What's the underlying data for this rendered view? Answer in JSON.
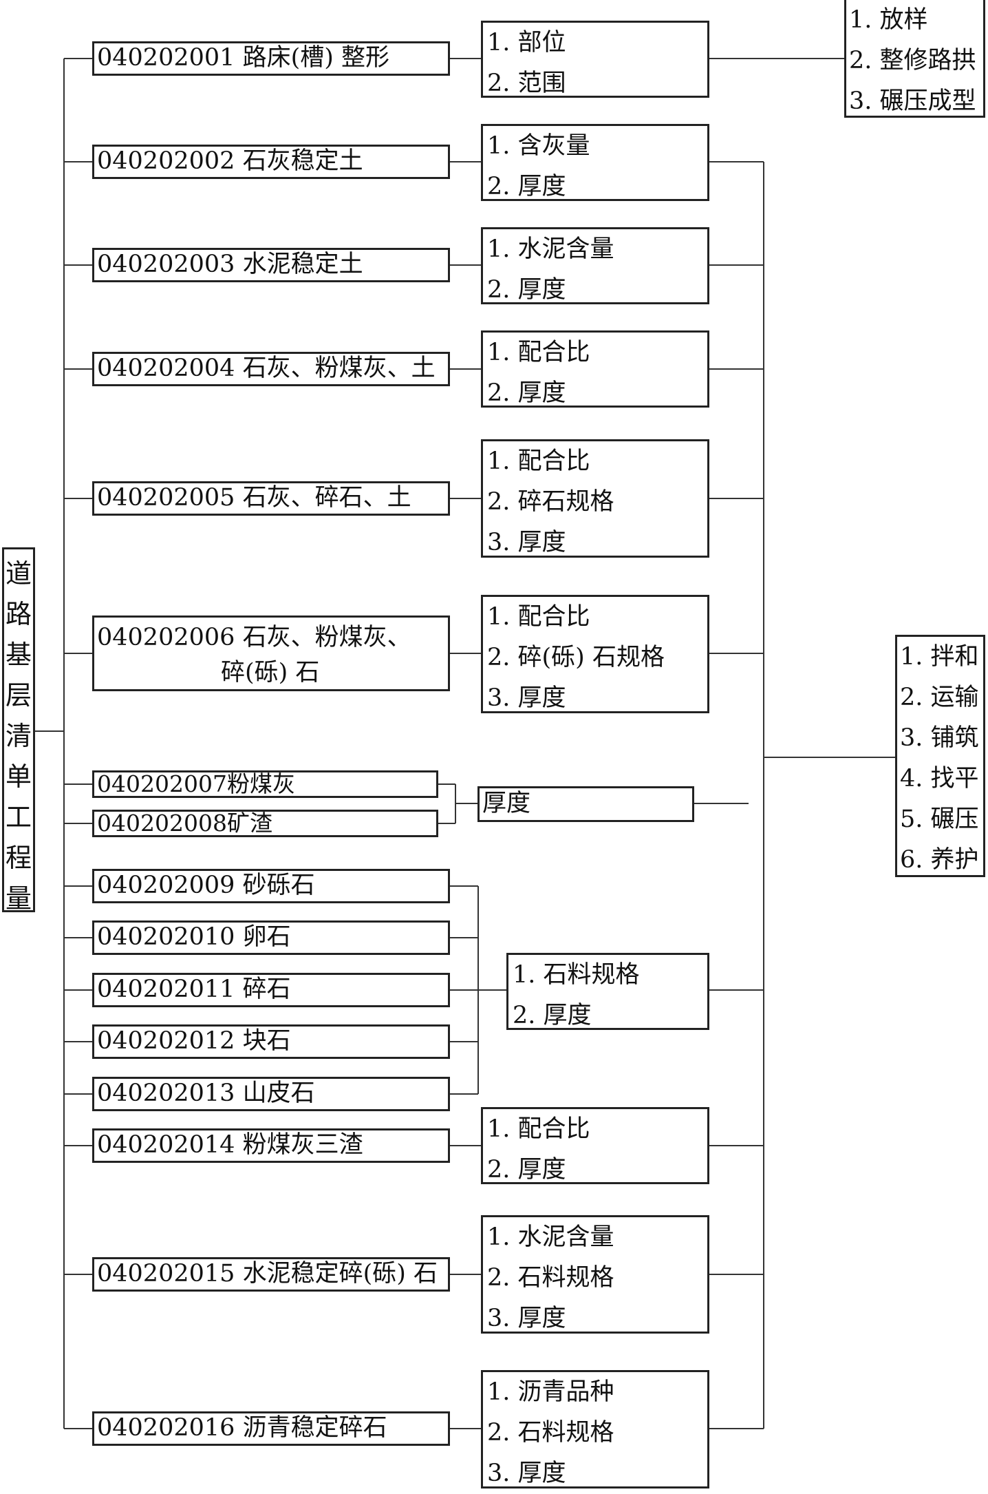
{
  "root": {
    "label_chars": [
      "道",
      "路",
      "基",
      "层",
      "清",
      "单",
      "工",
      "程",
      "量"
    ]
  },
  "items": [
    {
      "code": "040202001",
      "name": "路床(槽) 整形"
    },
    {
      "code": "040202002",
      "name": "石灰稳定土"
    },
    {
      "code": "040202003",
      "name": "水泥稳定土"
    },
    {
      "code": "040202004",
      "name": "石灰、粉煤灰、土"
    },
    {
      "code": "040202005",
      "name": "石灰、碎石、土"
    },
    {
      "code": "040202006",
      "name": "石灰、粉煤灰、",
      "name2": "碎(砾) 石"
    },
    {
      "code": "040202007",
      "name": "粉煤灰"
    },
    {
      "code": "040202008",
      "name": "矿渣"
    },
    {
      "code": "040202009",
      "name": "砂砾石"
    },
    {
      "code": "040202010",
      "name": "卵石"
    },
    {
      "code": "040202011",
      "name": "碎石"
    },
    {
      "code": "040202012",
      "name": "块石"
    },
    {
      "code": "040202013",
      "name": "山皮石"
    },
    {
      "code": "040202014",
      "name": "粉煤灰三渣"
    },
    {
      "code": "040202015",
      "name": "水泥稳定碎(砾) 石"
    },
    {
      "code": "040202016",
      "name": "沥青稳定碎石"
    }
  ],
  "attributes": [
    [
      "1.  部位",
      "2.  范围"
    ],
    [
      "1.  含灰量",
      "2.  厚度"
    ],
    [
      "1.  水泥含量",
      "2.  厚度"
    ],
    [
      "1.  配合比",
      "2.  厚度"
    ],
    [
      "1.  配合比",
      "2.  碎石规格",
      "3.  厚度"
    ],
    [
      "1.  配合比",
      "2.  碎(砾) 石规格",
      "3.  厚度"
    ],
    [
      "厚度"
    ],
    [
      "1.  石料规格",
      "2.  厚度"
    ],
    [
      "1.  配合比",
      "2.  厚度"
    ],
    [
      "1.  水泥含量",
      "2.  石料规格",
      "3.  厚度"
    ],
    [
      "1.  沥青品种",
      "2.  石料规格",
      "3.  厚度"
    ]
  ],
  "work_top": [
    "1.  放样",
    "2.  整修路拱",
    "3.  碾压成型"
  ],
  "work_main": [
    "1.  拌和",
    "2.  运输",
    "3.  铺筑",
    "4.  找平",
    "5.  碾压",
    "6.  养护"
  ]
}
